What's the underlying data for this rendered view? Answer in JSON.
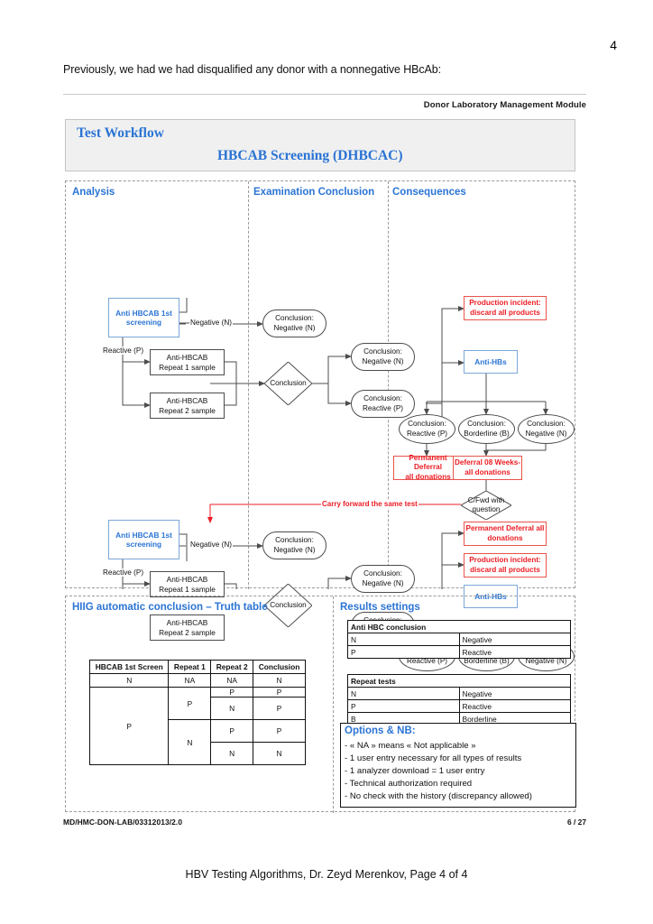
{
  "page": {
    "page_number": "4",
    "intro_text": "Previously, we had we had disqualified any donor with a nonnegative HBcAb:",
    "caption": "HBV Testing Algorithms, Dr. Zeyd Merenkov, Page 4 of 4"
  },
  "slide": {
    "module_label": "Donor Laboratory Management Module",
    "workflow_title": "Test Workflow",
    "workflow_subtitle": "HBCAB Screening (DHBCAC)",
    "doc_code": "MD/HMC-DON-LAB/03312013/2.0",
    "doc_page": "6 / 27"
  },
  "lanes": [
    {
      "label": "Analysis"
    },
    {
      "label": "Examination\nConclusion"
    },
    {
      "label": "Consequences"
    }
  ],
  "lane_headers": {
    "analysis": "Analysis",
    "examination_line1": "Examination",
    "examination_line2": "Conclusion",
    "consequences": "Consequences"
  },
  "flow": {
    "screening_box": {
      "line1": "Anti HBCAB 1st",
      "line2": "screening"
    },
    "repeat1_box": {
      "line1": "Anti-HBCAB",
      "line2": "Repeat 1 sample"
    },
    "repeat2_box": {
      "line1": "Anti-HBCAB",
      "line2": "Repeat 2 sample"
    },
    "decision_label": "Conclusion",
    "edge_negative": "Negative (N)",
    "edge_reactive": "Reactive (P)",
    "carry_forward_label": "Carry forward the same test",
    "conclusion_negative": {
      "line1": "Conclusion:",
      "line2": "Negative (N)"
    },
    "conclusion_reactive": {
      "line1": "Conclusion:",
      "line2": "Reactive (P)"
    },
    "conclusion_borderline": {
      "line1": "Conclusion:",
      "line2": "Borderline (B)"
    },
    "production_incident": {
      "line1": "Production incident:",
      "line2": "discard all products"
    },
    "anti_hbs": "Anti-HBs",
    "permanent_deferral": {
      "line1": "Permanent Deferral",
      "line2": "all donations"
    },
    "permanent_deferral_alt": {
      "line1": "Permanent Deferral all",
      "line2": "donations"
    },
    "deferral_08_weeks": {
      "line1": "Deferral 08 Weeks-",
      "line2": "all donations"
    },
    "cfwd_decision": {
      "line1": "C/Fwd with",
      "line2": "question"
    }
  },
  "truth_table": {
    "title": "HIIG automatic conclusion – Truth table",
    "columns": [
      "HBCAB 1st Screen",
      "Repeat 1",
      "Repeat 2",
      "Conclusion"
    ],
    "rows": [
      {
        "screen": "N",
        "repeat1": "NA",
        "repeat2": "NA",
        "conclusion": "N"
      },
      {
        "screen": "P",
        "repeat1": "P",
        "repeat2": "P",
        "conclusion": "P"
      },
      {
        "screen": "",
        "repeat1": "",
        "repeat2": "N",
        "conclusion": "P"
      },
      {
        "screen": "",
        "repeat1": "N",
        "repeat2": "P",
        "conclusion": "P"
      },
      {
        "screen": "",
        "repeat1": "",
        "repeat2": "N",
        "conclusion": "N"
      }
    ],
    "cells": {
      "r1c1": "N",
      "r1c2": "NA",
      "r1c3": "NA",
      "r1c4": "N",
      "screen_p": "P",
      "rep1_p": "P",
      "rep1_n": "N",
      "r2c3": "P",
      "r2c4": "P",
      "r3c3": "N",
      "r3c4": "P",
      "r4c3": "P",
      "r4c4": "P",
      "r5c3": "N",
      "r5c4": "N"
    }
  },
  "results_settings": {
    "title": "Results settings",
    "table1": {
      "header": "Anti HBC conclusion",
      "rows": [
        {
          "code": "N",
          "meaning": "Negative"
        },
        {
          "code": "P",
          "meaning": "Reactive"
        }
      ]
    },
    "table2": {
      "header": "Repeat tests",
      "rows": [
        {
          "code": "N",
          "meaning": "Negative"
        },
        {
          "code": "P",
          "meaning": "Reactive"
        },
        {
          "code": "B",
          "meaning": "Borderline"
        }
      ]
    }
  },
  "options": {
    "title": "Options & NB:",
    "lines": [
      "- « NA » means « Not applicable »",
      "- 1 user entry necessary for all types of results",
      "- 1 analyzer download = 1 user entry",
      "- Technical authorization required",
      "- No check with the history (discrepancy allowed)"
    ]
  },
  "colors": {
    "accent_blue": "#2b74d4",
    "alert_red": "#ec1c24",
    "box_blue_border": "#7aa8d8",
    "box_red_border": "#e8534b",
    "wire_gray": "#4c4c4c",
    "band_bg": "#f0f0f0"
  }
}
